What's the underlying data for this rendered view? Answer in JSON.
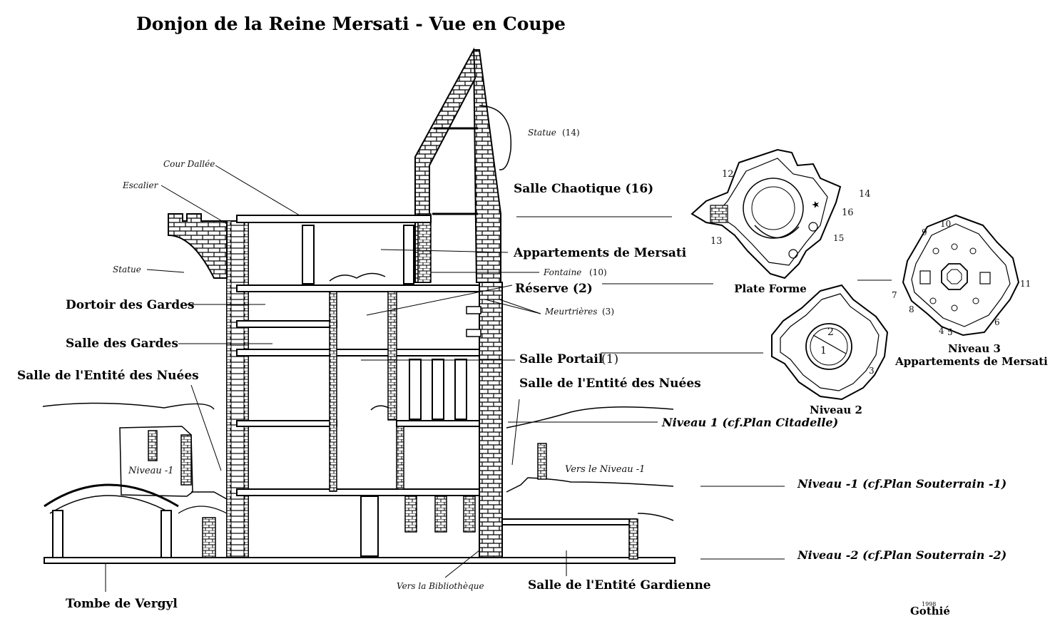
{
  "title": "Donjon de la Reine Mersati - Vue en Coupe",
  "section_labels": {
    "statue_14": "Statue",
    "statue_14_num": "(14)",
    "cour_dallee": "Cour Dallée",
    "escalier": "Escalier",
    "salle_chaotique": "Salle Chaotique (16)",
    "appartements": "Appartements de Mersati",
    "fontaine": "Fontaine",
    "fontaine_num": "(10)",
    "statue": "Statue",
    "reserve": "Réserve (2)",
    "meurtrieres": "Meurtrières",
    "meurtrieres_num": "(3)",
    "dortoir": "Dortoir des Gardes",
    "salle_gardes": "Salle des Gardes",
    "salle_portail": "Salle Portail",
    "salle_portail_num": "(1)",
    "entite_nuees_left": "Salle de l'Entité des Nuées",
    "entite_nuees_right": "Salle de l'Entité des Nuées",
    "niveau1": "Niveau 1 (cf.Plan Citadelle)",
    "niveau_m1_small": "Niveau -1",
    "vers_niveau_m1": "Vers le Niveau -1",
    "niveau_m1": "Niveau -1 (cf.Plan Souterrain -1)",
    "niveau_m2": "Niveau -2 (cf.Plan Souterrain -2)",
    "vers_bibliotheque": "Vers la Bibliothèque",
    "entite_gardienne": "Salle de l'Entité Gardienne",
    "tombe": "Tombe de Vergyl"
  },
  "plans": {
    "plate_forme": {
      "title": "Plate Forme",
      "numbers": [
        "12",
        "13",
        "14",
        "15",
        "16"
      ]
    },
    "niveau3": {
      "title": "Niveau 3",
      "subtitle": "Appartements de Mersati",
      "numbers": [
        "9",
        "10",
        "11",
        "7",
        "8",
        "4",
        "5",
        "6"
      ]
    },
    "niveau2": {
      "title": "Niveau 2",
      "numbers": [
        "2",
        "1",
        "3"
      ]
    }
  },
  "signature": {
    "name": "Gothié",
    "year": "1998"
  }
}
